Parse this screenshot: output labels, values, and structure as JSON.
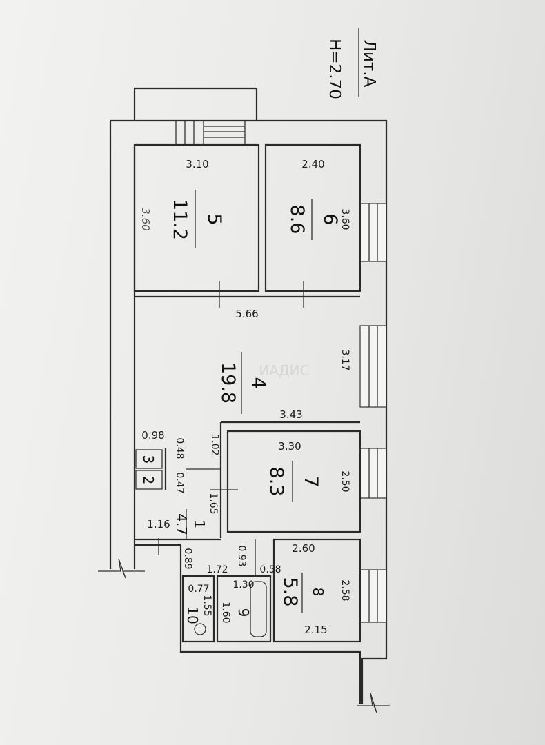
{
  "header": {
    "title": "Лит.А",
    "height": "H=2.70"
  },
  "watermark": "ИАДИС",
  "rooms": [
    {
      "number": "5",
      "area": "11.2",
      "dims": [
        "3.10",
        "3.60"
      ]
    },
    {
      "number": "6",
      "area": "8.6",
      "dims": [
        "2.40",
        "3.60"
      ]
    },
    {
      "number": "4",
      "area": "19.8",
      "dims": [
        "5.66",
        "3.17",
        "3.43"
      ]
    },
    {
      "number": "7",
      "area": "8.3",
      "dims": [
        "3.30",
        "2.50",
        "1.02",
        "1.65"
      ]
    },
    {
      "number": "3",
      "dims": [
        "0.98",
        "0.48"
      ]
    },
    {
      "number": "2",
      "dims": [
        "0.47"
      ]
    },
    {
      "number": "1",
      "area": "4.7",
      "dims": [
        "1.16",
        "0.89"
      ]
    },
    {
      "number": "8",
      "area": "5.8",
      "dims": [
        "2.60",
        "2.58",
        "2.15",
        "0.93",
        "0.58"
      ]
    },
    {
      "number": "9",
      "dims": [
        "1.72",
        "1.30",
        "1.60"
      ]
    },
    {
      "number": "10",
      "dims": [
        "0.77",
        "1.55"
      ]
    }
  ]
}
